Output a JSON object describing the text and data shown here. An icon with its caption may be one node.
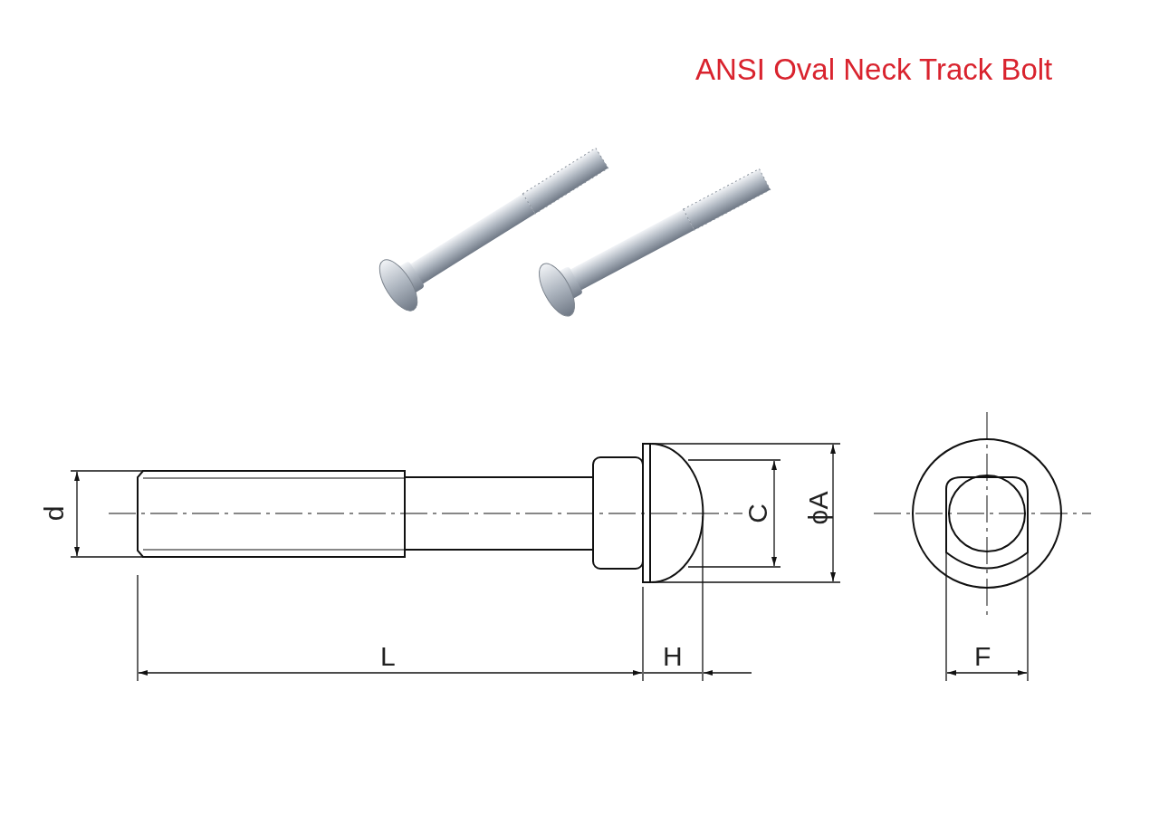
{
  "diagram": {
    "title": "ANSI Oval Neck Track Bolt",
    "labels": [
      "d",
      "C",
      "ϕA",
      "L",
      "H",
      "F"
    ]
  }
}
